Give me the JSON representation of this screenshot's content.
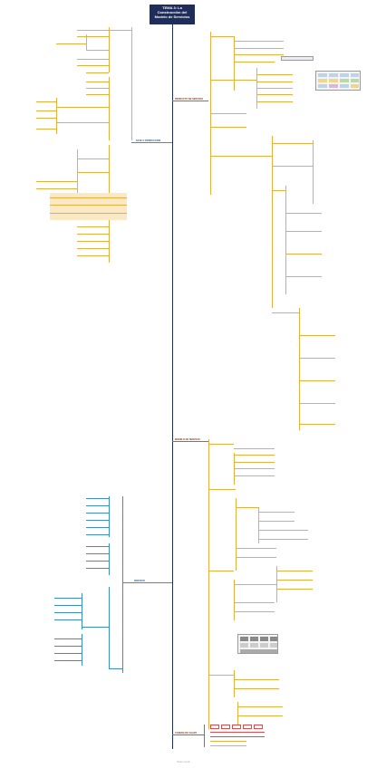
{
  "title": {
    "line1": "TEMA 3: La",
    "line2": "Construcción del",
    "line3": "Modelo de Servicios"
  },
  "branches": {
    "right_top": "PRODUCTO DE SERVICIO",
    "left_mid": "FASE 3: PRODUCCIÓN",
    "right_mid": "MODELO DE SERVICIO",
    "left_low": "SERVICIO",
    "right_bottom": "CADENA DE VALOR"
  },
  "footer": "Mapa mental"
}
